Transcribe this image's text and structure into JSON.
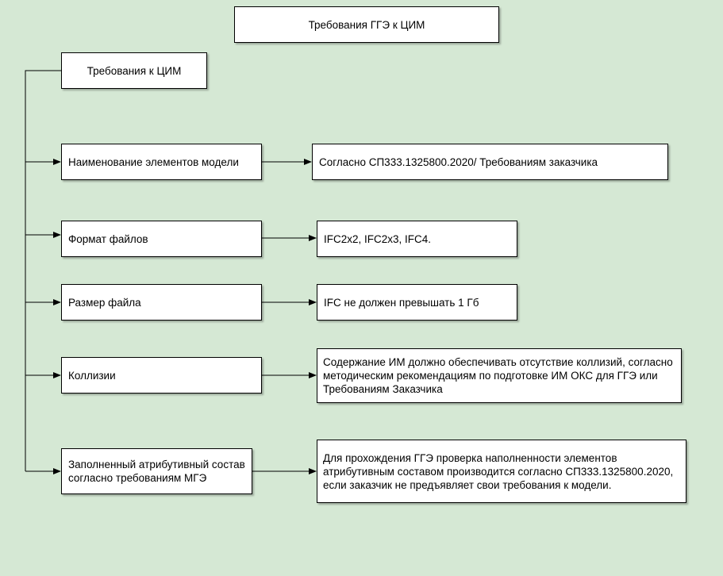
{
  "colors": {
    "background": "#d5e8d4",
    "box_fill": "#ffffff",
    "box_border": "#000000",
    "line": "#000000"
  },
  "diagram": {
    "title": "Требования ГГЭ к ЦИМ",
    "root": "Требования к ЦИМ",
    "rows": [
      {
        "label": "Наименование элементов модели",
        "value": "Согласно СП333.1325800.2020/ Требованиям заказчика"
      },
      {
        "label": "Формат файлов",
        "value": "IFC2x2, IFC2x3, IFC4."
      },
      {
        "label": "Размер файла",
        "value": "IFC не должен превышать 1 Гб"
      },
      {
        "label": "Коллизии",
        "value": "Содержание ИМ должно обеспечивать отсутствие коллизий, согласно методическим рекомендациям по подготовке ИМ ОКС для ГГЭ или Требованиям Заказчика"
      },
      {
        "label": "Заполненный атрибутивный состав\nсогласно требованиям МГЭ",
        "value": "Для прохождения ГГЭ проверка наполненности элементов\nатрибутивным составом производится согласно СП333.1325800.2020,\nесли заказчик не предъявляет свои требования к модели."
      }
    ]
  }
}
